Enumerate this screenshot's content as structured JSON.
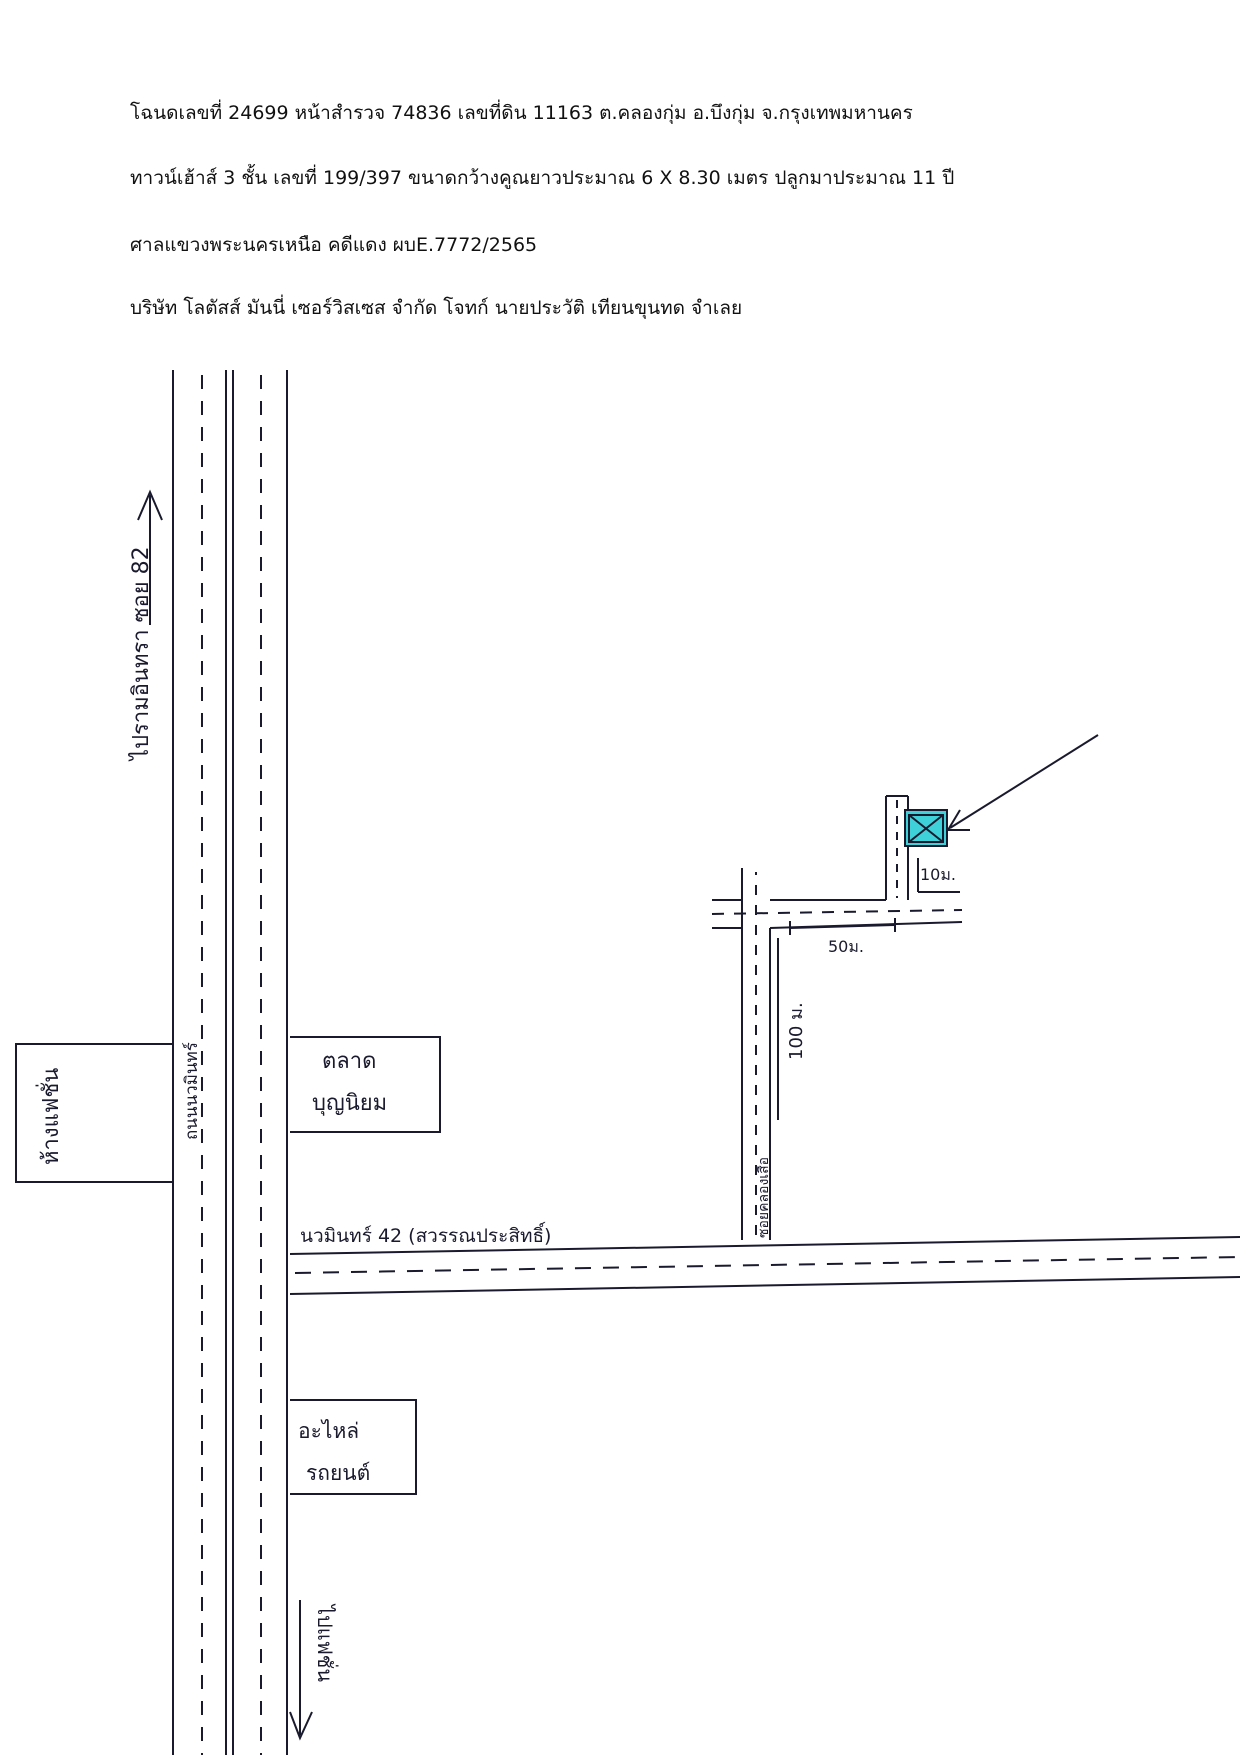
{
  "header": {
    "line1": "โฉนดเลขที่ 24699 หน้าสำรวจ 74836 เลขที่ดิน 11163 ต.คลองกุ่ม อ.บึงกุ่ม จ.กรุงเทพมหานคร",
    "line2": "ทาวน์เฮ้าส์ 3 ชั้น เลขที่ 199/397 ขนาดกว้างคูณยาวประมาณ 6 X 8.30 เมตร ปลูกมาประมาณ 11 ปี",
    "line3": "ศาลแขวงพระนครเหนือ คดีแดง ผบE.7772/2565",
    "line4": "บริษัท โลตัสส์ มันนี่ เซอร์วิสเซส จำกัด โจทก์ นายประวัติ เทียนขุนทด จำเลย"
  },
  "map": {
    "labels": {
      "to_ramintra": "ไปรามอินทรา ซอย 82",
      "nawamin_road": "ถนนนวมินทร์",
      "mall": "ห้างแฟชั่น",
      "market": "ตลาด",
      "market_name": "บุญนิยม",
      "soi_42": "นวมินทร์ 42 (สวรรณประสิทธิ์)",
      "to_fashion": "ไปแฟชั่น",
      "spare_parts_1": "อะไหล่",
      "spare_parts_2": "รถยนต์",
      "lane_name": "ซอยคลองเสือ",
      "dist_100": "100 ม.",
      "dist_50": "50ม.",
      "dist_10": "10ม."
    },
    "colors": {
      "ink": "#1a1a2e",
      "target_fill": "#3fd1d9"
    }
  }
}
